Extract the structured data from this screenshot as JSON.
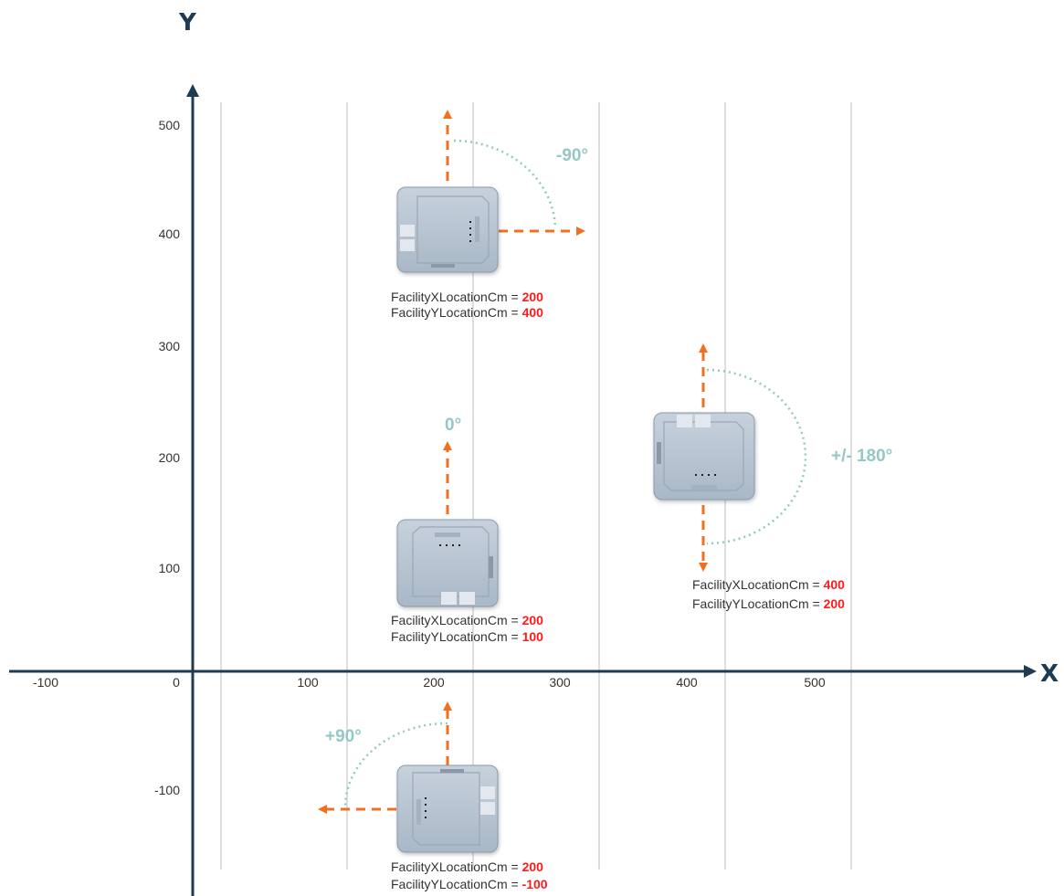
{
  "axes": {
    "x_label": "X",
    "y_label": "Y",
    "x_ticks": [
      "-100",
      "0",
      "100",
      "200",
      "300",
      "400",
      "500"
    ],
    "y_ticks": [
      "500",
      "400",
      "300",
      "200",
      "100",
      "-100"
    ]
  },
  "colors": {
    "axis": "#1d3b52",
    "gridline": "#d4d4d4",
    "arrow": "#f07020",
    "angle_arc": "#93c8c6",
    "value_text": "#ff1a1a",
    "device_body": "#b4c2d0"
  },
  "devices": [
    {
      "id": "dev-top",
      "angle_label": "-90°",
      "x_text": "FacilityXLocationCm = ",
      "x_value": "200",
      "y_text": "FacilityYLocationCm = ",
      "y_value": "400"
    },
    {
      "id": "dev-zero",
      "angle_label": "0°",
      "x_text": "FacilityXLocationCm = ",
      "x_value": "200",
      "y_text": "FacilityYLocationCm = ",
      "y_value": "100"
    },
    {
      "id": "dev-right",
      "angle_label": "+/- 180°",
      "x_text": "FacilityXLocationCm = ",
      "x_value": "400",
      "y_text": "FacilityYLocationCm = ",
      "y_value": "200"
    },
    {
      "id": "dev-bottom",
      "angle_label": "+90°",
      "x_text": "FacilityXLocationCm = ",
      "x_value": "200",
      "y_text": "FacilityYLocationCm = ",
      "y_value": "-100"
    }
  ]
}
